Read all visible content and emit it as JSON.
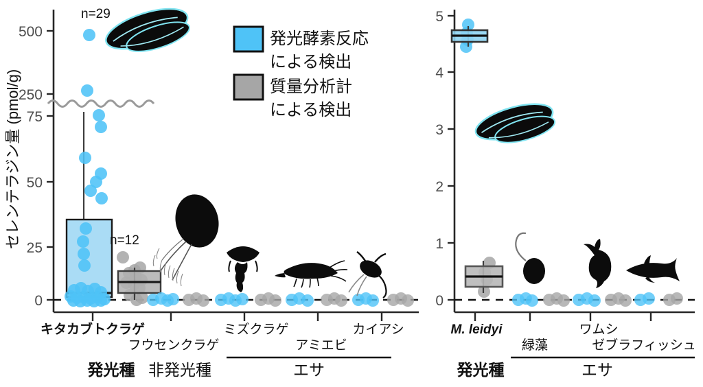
{
  "figure": {
    "title": "",
    "y_axis_title": "セレンテラジン量 (pmol/g)"
  },
  "legend": {
    "items": [
      {
        "label_line1": "発光酵素反応",
        "label_line2": "による検出",
        "swatch": "#4fc3f7",
        "icon": "legend-swatch-blue"
      },
      {
        "label_line1": "質量分析計",
        "label_line2": "による検出",
        "swatch": "#a6a6a6",
        "icon": "legend-swatch-gray"
      }
    ]
  },
  "colors": {
    "blue": "#4fc3f7",
    "blue_dark": "#29b6f6",
    "gray": "#a6a6a6",
    "gray_dark": "#8c8c8c",
    "axis": "#262626",
    "tick_text": "#4d4d4d",
    "break_wave": "#9a9a9a"
  },
  "panels": [
    {
      "id": "left",
      "annotations": [
        {
          "name": "n-count-kitakabuto",
          "text": "n=29"
        },
        {
          "name": "n-count-fusen",
          "text": "n=12"
        }
      ],
      "y_ticks": [
        {
          "value": 0,
          "label": "0"
        },
        {
          "value": 25,
          "label": "25"
        },
        {
          "value": 50,
          "label": "50"
        },
        {
          "value": 75,
          "label": "75"
        },
        {
          "value": 250,
          "label": "250"
        },
        {
          "value": 500,
          "label": "500"
        }
      ],
      "axis_break": {
        "between": [
          75,
          250
        ],
        "style": "wavy"
      },
      "x_categories": [
        {
          "label": "キタカブトクラゲ",
          "bold": true,
          "row": 0,
          "silhouette": "comb-jelly-lobate"
        },
        {
          "label": "フウセンクラゲ",
          "bold": false,
          "row": 1,
          "silhouette": "comb-jelly-tentacles"
        },
        {
          "label": "ミズクラゲ",
          "bold": false,
          "row": 0,
          "silhouette": "moon-jellyfish"
        },
        {
          "label": "アミエビ",
          "bold": false,
          "row": 1,
          "silhouette": "mysid-shrimp"
        },
        {
          "label": "カイアシ",
          "bold": false,
          "row": 0,
          "silhouette": "copepod"
        }
      ],
      "group_brackets": [
        {
          "label": "発光種",
          "bold": true,
          "bracket": false
        },
        {
          "label": "非発光種",
          "bold": false,
          "bracket": false
        },
        {
          "label": "エサ",
          "bold": false,
          "bracket": true
        }
      ]
    },
    {
      "id": "right",
      "annotations": [],
      "y_ticks": [
        {
          "value": 0,
          "label": "0"
        },
        {
          "value": 1,
          "label": "1"
        },
        {
          "value": 2,
          "label": "2"
        },
        {
          "value": 3,
          "label": "3"
        },
        {
          "value": 4,
          "label": "4"
        },
        {
          "value": 5,
          "label": "5"
        }
      ],
      "axis_break": null,
      "x_categories": [
        {
          "label": "M. leidyi",
          "bold": true,
          "italic": true,
          "row": 0,
          "silhouette": "comb-jelly-lobate"
        },
        {
          "label": "緑藻",
          "bold": false,
          "italic": false,
          "row": 1,
          "silhouette": "green-alga"
        },
        {
          "label": "ワムシ",
          "bold": false,
          "italic": false,
          "row": 0,
          "silhouette": "rotifer"
        },
        {
          "label": "ゼブラフィッシュ",
          "bold": false,
          "italic": false,
          "row": 1,
          "silhouette": "zebrafish"
        }
      ],
      "group_brackets": [
        {
          "label": "発光種",
          "bold": true,
          "bracket": false
        },
        {
          "label": "エサ",
          "bold": false,
          "bracket": true
        }
      ]
    }
  ],
  "chart_data": {
    "type": "box",
    "title": "",
    "ylabel": "セレンテラジン量 (pmol/g)",
    "xlabel": "",
    "grid": false,
    "legend_position": "top-center",
    "panels": [
      {
        "name": "left-panel",
        "ylim": [
          0,
          500
        ],
        "yticks": [
          0,
          25,
          50,
          75,
          250,
          500
        ],
        "axis_break": [
          75,
          250
        ],
        "categories": [
          "キタカブトクラゲ",
          "フウセンクラゲ",
          "ミズクラゲ",
          "アミエビ",
          "カイアシ"
        ],
        "series": [
          {
            "name": "発光酵素反応による検出",
            "color": "#4fc3f7",
            "boxes": [
              {
                "category": "キタカブトクラゲ",
                "n": 29,
                "min": 0,
                "q1": 1.5,
                "median": 3.0,
                "q3": 33,
                "whisker_high": 88,
                "points": [
                  497,
                  250,
                  90,
                  74,
                  58,
                  54,
                  51,
                  44,
                  41,
                  25,
                  22,
                  19,
                  16,
                  4,
                  3.5,
                  3,
                  2.8,
                  2.5,
                  2.2,
                  2,
                  1.8,
                  1.5,
                  1.2,
                  1,
                  0.8,
                  0.6,
                  0.5,
                  0.3,
                  0.2
                ]
              },
              {
                "category": "フウセンクラゲ",
                "n": 0,
                "median": 0,
                "points": [
                  0,
                  0,
                  0,
                  0
                ]
              },
              {
                "category": "ミズクラゲ",
                "n": 0,
                "median": 0,
                "points": [
                  0,
                  0,
                  0,
                  0
                ]
              },
              {
                "category": "アミエビ",
                "n": 0,
                "median": 0,
                "points": [
                  0,
                  0,
                  0,
                  0
                ]
              },
              {
                "category": "カイアシ",
                "n": 0,
                "median": 0,
                "points": [
                  0,
                  0,
                  0,
                  0
                ]
              }
            ]
          },
          {
            "name": "質量分析計による検出",
            "color": "#a6a6a6",
            "boxes": [
              {
                "category": "キタカブトクラゲ",
                "n": 12,
                "min": 0,
                "q1": 4.5,
                "median": 6.5,
                "q3": 9.5,
                "whisker_low": 0,
                "whisker_high": 12,
                "points": [
                  19,
                  12,
                  11,
                  10,
                  9,
                  8,
                  7,
                  6.5,
                  6,
                  5,
                  2,
                  1
                ]
              },
              {
                "category": "フウセンクラゲ",
                "n": 0,
                "median": 0,
                "points": [
                  0,
                  0,
                  0,
                  0
                ]
              },
              {
                "category": "ミズクラゲ",
                "n": 0,
                "median": 0,
                "points": [
                  0,
                  0,
                  0,
                  0
                ]
              },
              {
                "category": "アミエビ",
                "n": 0,
                "median": 0,
                "points": [
                  0,
                  0,
                  0,
                  0
                ]
              },
              {
                "category": "カイアシ",
                "n": 0,
                "median": 0,
                "points": [
                  0,
                  0,
                  0,
                  0
                ]
              }
            ]
          }
        ]
      },
      {
        "name": "right-panel",
        "ylim": [
          0,
          5
        ],
        "yticks": [
          0,
          1,
          2,
          3,
          4,
          5
        ],
        "axis_break": null,
        "categories": [
          "M. leidyi",
          "緑藻",
          "ワムシ",
          "ゼブラフィッシュ"
        ],
        "series": [
          {
            "name": "発光酵素反応による検出",
            "color": "#4fc3f7",
            "boxes": [
              {
                "category": "M. leidyi",
                "q1": 4.6,
                "median": 4.66,
                "q3": 4.72,
                "whisker_low": 4.5,
                "whisker_high": 4.8,
                "points": [
                  4.8,
                  4.7,
                  4.66,
                  4.6,
                  4.5
                ]
              },
              {
                "category": "緑藻",
                "median": 0,
                "points": [
                  0,
                  0,
                  0
                ]
              },
              {
                "category": "ワムシ",
                "median": 0,
                "points": [
                  0,
                  0,
                  0
                ]
              },
              {
                "category": "ゼブラフィッシュ",
                "median": 0,
                "points": [
                  0,
                  0,
                  0
                ]
              }
            ]
          },
          {
            "name": "質量分析計による検出",
            "color": "#a6a6a6",
            "boxes": [
              {
                "category": "M. leidyi",
                "q1": 0.33,
                "median": 0.42,
                "q3": 0.5,
                "whisker_low": 0.12,
                "whisker_high": 0.66,
                "points": [
                  0.66,
                  0.5,
                  0.42,
                  0.33,
                  0.12
                ]
              },
              {
                "category": "緑藻",
                "median": 0,
                "points": [
                  0,
                  0,
                  0
                ]
              },
              {
                "category": "ワムシ",
                "median": 0,
                "points": [
                  0,
                  0,
                  0
                ]
              },
              {
                "category": "ゼブラフィッシュ",
                "median": 0,
                "points": [
                  0,
                  0,
                  0
                ]
              }
            ]
          }
        ]
      }
    ]
  }
}
